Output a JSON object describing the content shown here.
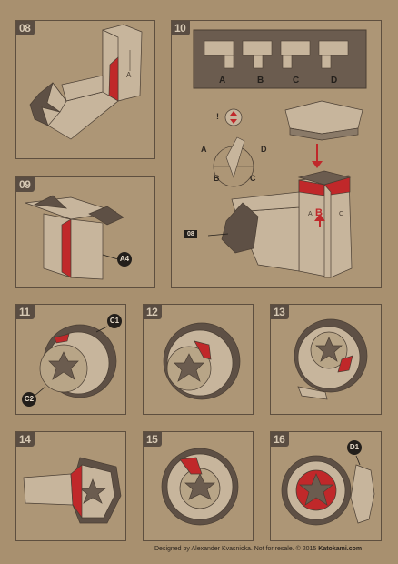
{
  "steps": {
    "s08": "08",
    "s09": "09",
    "s10": "10",
    "s11": "11",
    "s12": "12",
    "s13": "13",
    "s14": "14",
    "s15": "15",
    "s16": "16"
  },
  "callouts": {
    "a4": "A4",
    "c1": "C1",
    "c2": "C2",
    "d1": "D1",
    "ref08": "08"
  },
  "step10": {
    "options": [
      "A",
      "B",
      "C",
      "D"
    ],
    "dial": {
      "a": "A",
      "b": "B",
      "c": "C",
      "d": "D",
      "excl": "!"
    },
    "side_b": "B"
  },
  "footer": {
    "text": "Designed by Alexander Kvasnicka. Not for resale. © 2015 ",
    "brand": "Katokami.com"
  },
  "colors": {
    "red": "#c0282a",
    "dark": "#5a4d42",
    "face": "#c7b59c",
    "line": "#4a3e33"
  }
}
